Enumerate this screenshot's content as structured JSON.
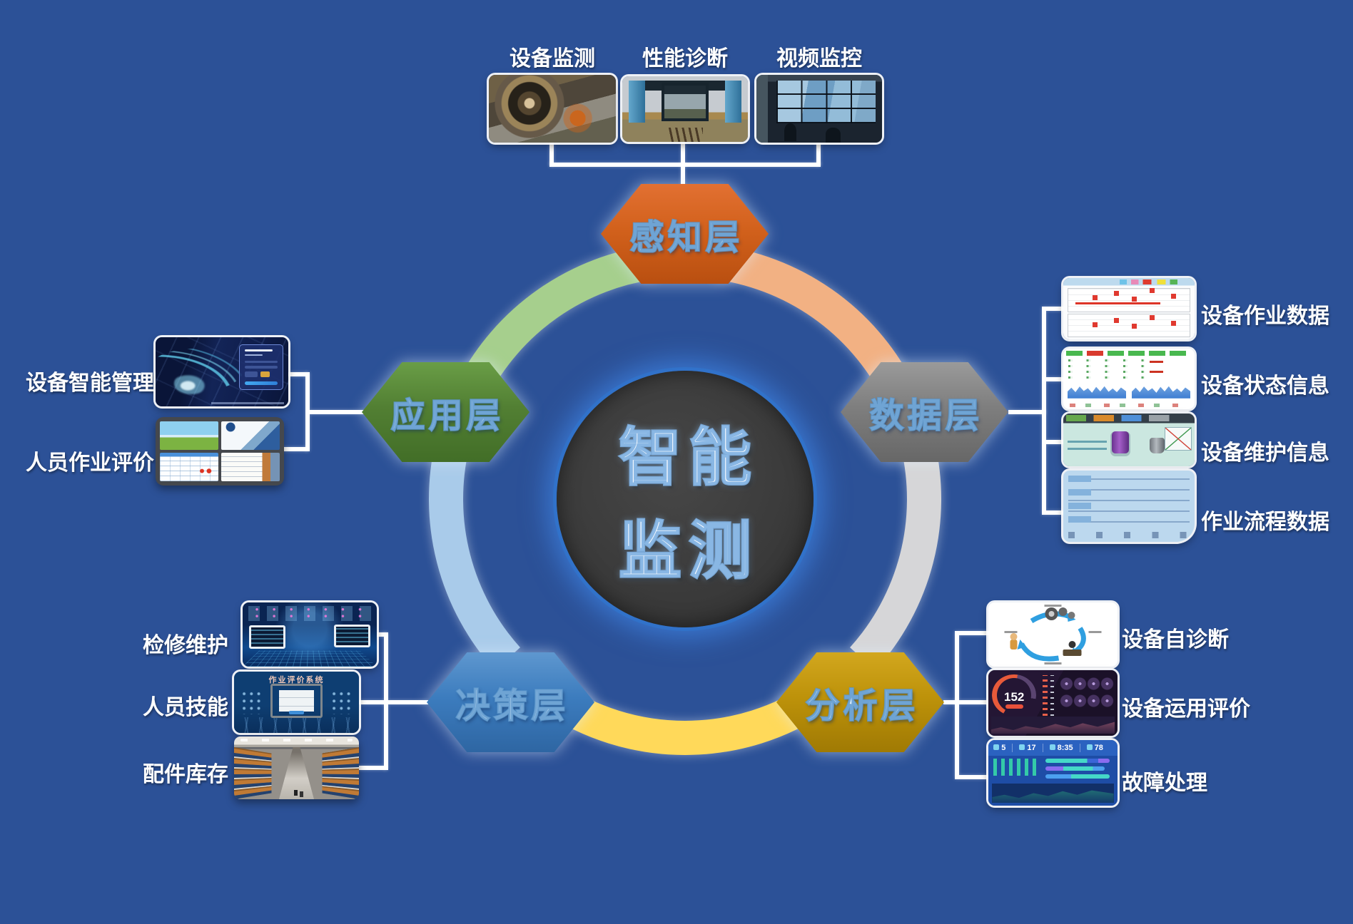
{
  "background_color": "#2C5197",
  "center": {
    "line1": "智能",
    "line2": "监测",
    "circle_color": "#3B3B3B",
    "glow_color": "#2E8BE8"
  },
  "ring": {
    "colors": {
      "green": "#A6CF8D",
      "orange": "#F2B183",
      "gray": "#D6D6D8",
      "yellow": "#FFD95A",
      "blue": "#A9CBEA"
    }
  },
  "layers": [
    {
      "label": "感知层",
      "color": "#D2611C",
      "items": [
        {
          "label": "设备监测"
        },
        {
          "label": "性能诊断"
        },
        {
          "label": "视频监控"
        }
      ]
    },
    {
      "label": "数据层",
      "color": "#7E7E7E",
      "items": [
        {
          "label": "设备作业数据"
        },
        {
          "label": "设备状态信息"
        },
        {
          "label": "设备维护信息"
        },
        {
          "label": "作业流程数据"
        }
      ]
    },
    {
      "label": "分析层",
      "color": "#BD920A",
      "items": [
        {
          "label": "设备自诊断"
        },
        {
          "label": "设备运用评价",
          "gauge_value": "152"
        },
        {
          "label": "故障处理",
          "stats": [
            "5",
            "17",
            "8:35",
            "78"
          ]
        }
      ]
    },
    {
      "label": "决策层",
      "color": "#3C7CBE",
      "items": [
        {
          "label": "检修维护"
        },
        {
          "label": "人员技能",
          "screen_title": "作业评价系统"
        },
        {
          "label": "配件库存"
        }
      ]
    },
    {
      "label": "应用层",
      "color": "#527F33",
      "items": [
        {
          "label": "设备智能管理"
        },
        {
          "label": "人员作业评价"
        }
      ]
    }
  ]
}
